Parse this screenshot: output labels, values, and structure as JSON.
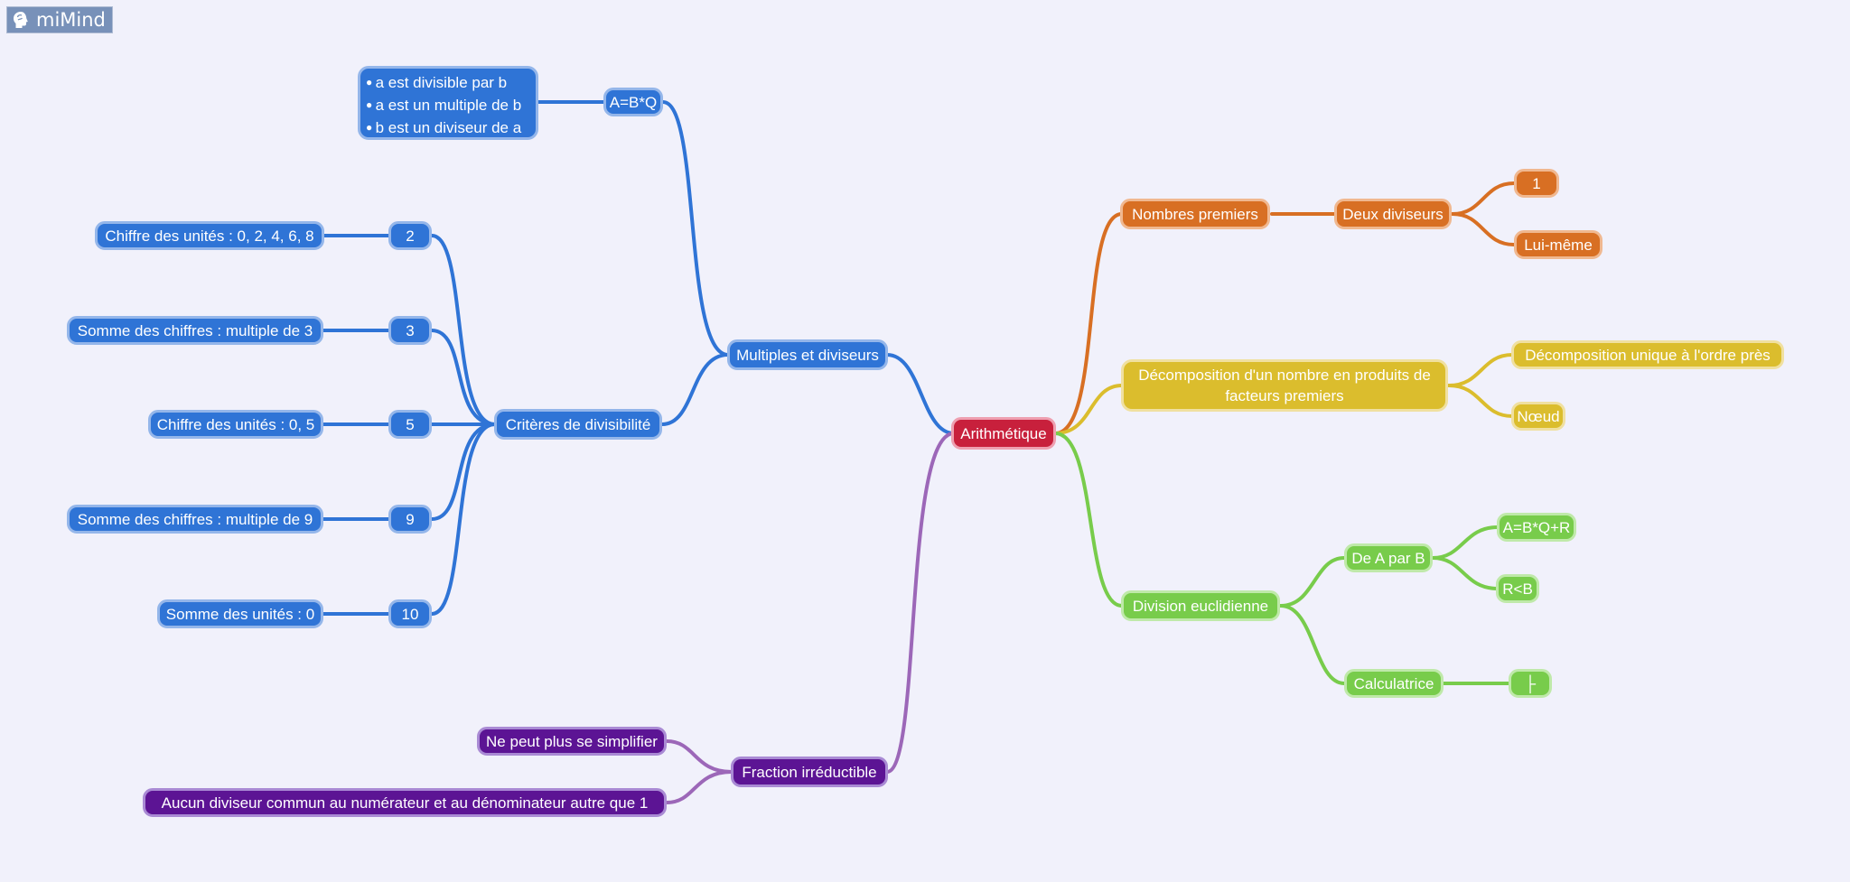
{
  "app": {
    "logo_text": "miMind"
  },
  "colors": {
    "blue": "#2f74d6",
    "orange": "#d86f23",
    "yellow": "#dbbd2d",
    "green": "#78cc4b",
    "purple": "#5c1494",
    "red": "#c8203c",
    "background": "#f1f1fb"
  },
  "map": {
    "root": "Arithmétique",
    "multiples": {
      "label": "Multiples et diviseurs",
      "abq": "A=B*Q",
      "definitions": [
        "a est divisible par b",
        "a est un multiple de b",
        "b est un diviseur de a"
      ],
      "criteria": {
        "label": "Critères de divisibilité",
        "items": [
          {
            "number": "2",
            "rule": "Chiffre des unités : 0, 2, 4, 6, 8"
          },
          {
            "number": "3",
            "rule": "Somme des chiffres : multiple de 3"
          },
          {
            "number": "5",
            "rule": "Chiffre des unités : 0, 5"
          },
          {
            "number": "9",
            "rule": "Somme des chiffres : multiple de 9"
          },
          {
            "number": "10",
            "rule": "Somme des unités : 0"
          }
        ]
      }
    },
    "fraction": {
      "label": "Fraction irréductible",
      "items": [
        "Ne peut plus se simplifier",
        "Aucun diviseur commun au numérateur et au dénominateur autre que 1"
      ]
    },
    "primes": {
      "label": "Nombres premiers",
      "divisors": {
        "label": "Deux diviseurs",
        "items": [
          "1",
          "Lui-même"
        ]
      }
    },
    "decomposition": {
      "label": "Décomposition d'un nombre en produits de facteurs premiers",
      "items": [
        "Décomposition unique à l'ordre près",
        "Nœud"
      ]
    },
    "division": {
      "label": "Division euclidienne",
      "ab": {
        "label": "De A par B",
        "items": [
          "A=B*Q+R",
          "R<B"
        ]
      },
      "calc": {
        "label": "Calculatrice",
        "key": "├"
      }
    }
  }
}
